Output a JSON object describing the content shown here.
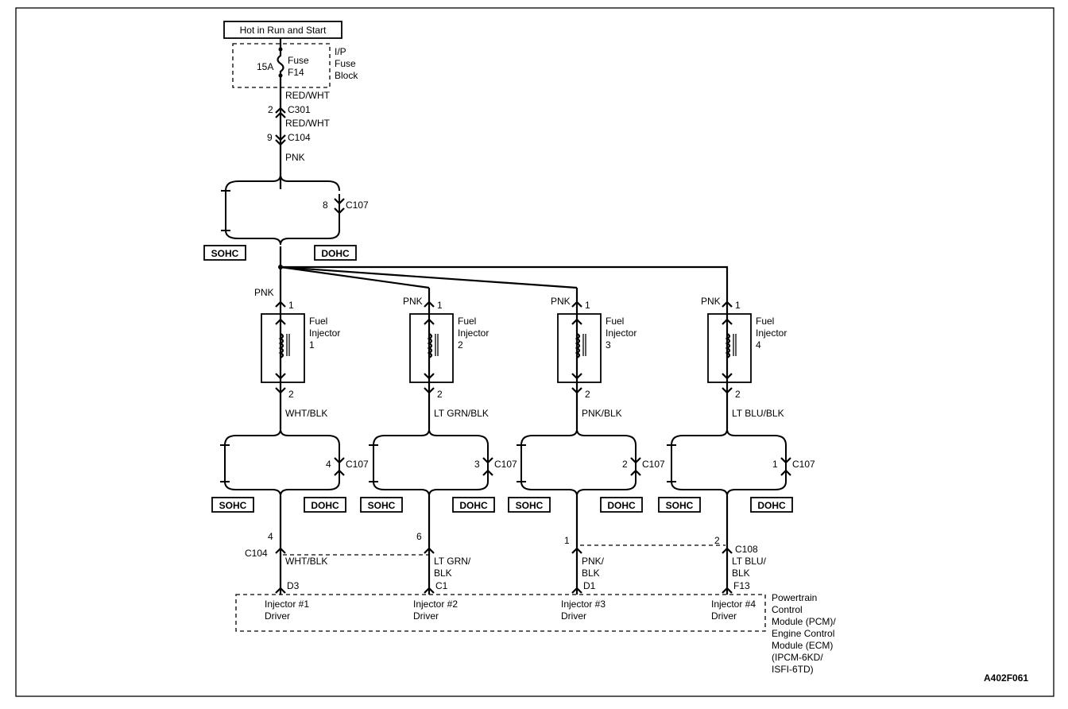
{
  "title_box": "Hot in Run and Start",
  "fuse": {
    "rating": "15A",
    "label_1": "Fuse",
    "label_2": "F14",
    "block_1": "I/P",
    "block_2": "Fuse",
    "block_3": "Block"
  },
  "feed": {
    "wire_1": "RED/WHT",
    "conn_1_pin": "2",
    "conn_1": "C301",
    "wire_2": "RED/WHT",
    "conn_2_pin": "9",
    "conn_2": "C104",
    "wire_3": "PNK",
    "c107_pin": "8",
    "c107": "C107",
    "sohc": "SOHC",
    "dohc": "DOHC"
  },
  "injectors": [
    {
      "feed_wire": "PNK",
      "pin_in": "1",
      "label_1": "Fuel",
      "label_2": "Injector",
      "label_3": "1",
      "pin_out": "2",
      "out_wire": "WHT/BLK",
      "c107_pin": "4",
      "c107": "C107",
      "sohc": "SOHC",
      "dohc": "DOHC",
      "pcm_pin": "4",
      "pcm_wire_1": "WHT/BLK",
      "pcm_wire_2": "",
      "pcm_term": "D3",
      "driver_1": "Injector #1",
      "driver_2": "Driver"
    },
    {
      "feed_wire": "PNK",
      "pin_in": "1",
      "label_1": "Fuel",
      "label_2": "Injector",
      "label_3": "2",
      "pin_out": "2",
      "out_wire": "LT GRN/BLK",
      "c107_pin": "3",
      "c107": "C107",
      "sohc": "SOHC",
      "dohc": "DOHC",
      "pcm_pin": "6",
      "pcm_wire_1": "LT GRN/",
      "pcm_wire_2": "BLK",
      "pcm_term": "C1",
      "driver_1": "Injector #2",
      "driver_2": "Driver"
    },
    {
      "feed_wire": "PNK",
      "pin_in": "1",
      "label_1": "Fuel",
      "label_2": "Injector",
      "label_3": "3",
      "pin_out": "2",
      "out_wire": "PNK/BLK",
      "c107_pin": "2",
      "c107": "C107",
      "sohc": "SOHC",
      "dohc": "DOHC",
      "pcm_pin": "1",
      "pcm_wire_1": "PNK/",
      "pcm_wire_2": "BLK",
      "pcm_term": "D1",
      "driver_1": "Injector #3",
      "driver_2": "Driver"
    },
    {
      "feed_wire": "PNK",
      "pin_in": "1",
      "label_1": "Fuel",
      "label_2": "Injector",
      "label_3": "4",
      "pin_out": "2",
      "out_wire": "LT BLU/BLK",
      "c107_pin": "1",
      "c107": "C107",
      "sohc": "SOHC",
      "dohc": "DOHC",
      "pcm_pin": "2",
      "pcm_wire_1": "LT BLU/",
      "pcm_wire_2": "BLK",
      "pcm_term": "F13",
      "driver_1": "Injector #4",
      "driver_2": "Driver"
    }
  ],
  "c104_left": "C104",
  "c108_right": "C108",
  "module": {
    "line_1": "Powertrain",
    "line_2": "Control",
    "line_3": "Module (PCM)/",
    "line_4": "Engine Control",
    "line_5": "Module (ECM)",
    "line_6": "(IPCM-6KD/",
    "line_7": "ISFI-6TD)"
  },
  "figure_id": "A402F061"
}
